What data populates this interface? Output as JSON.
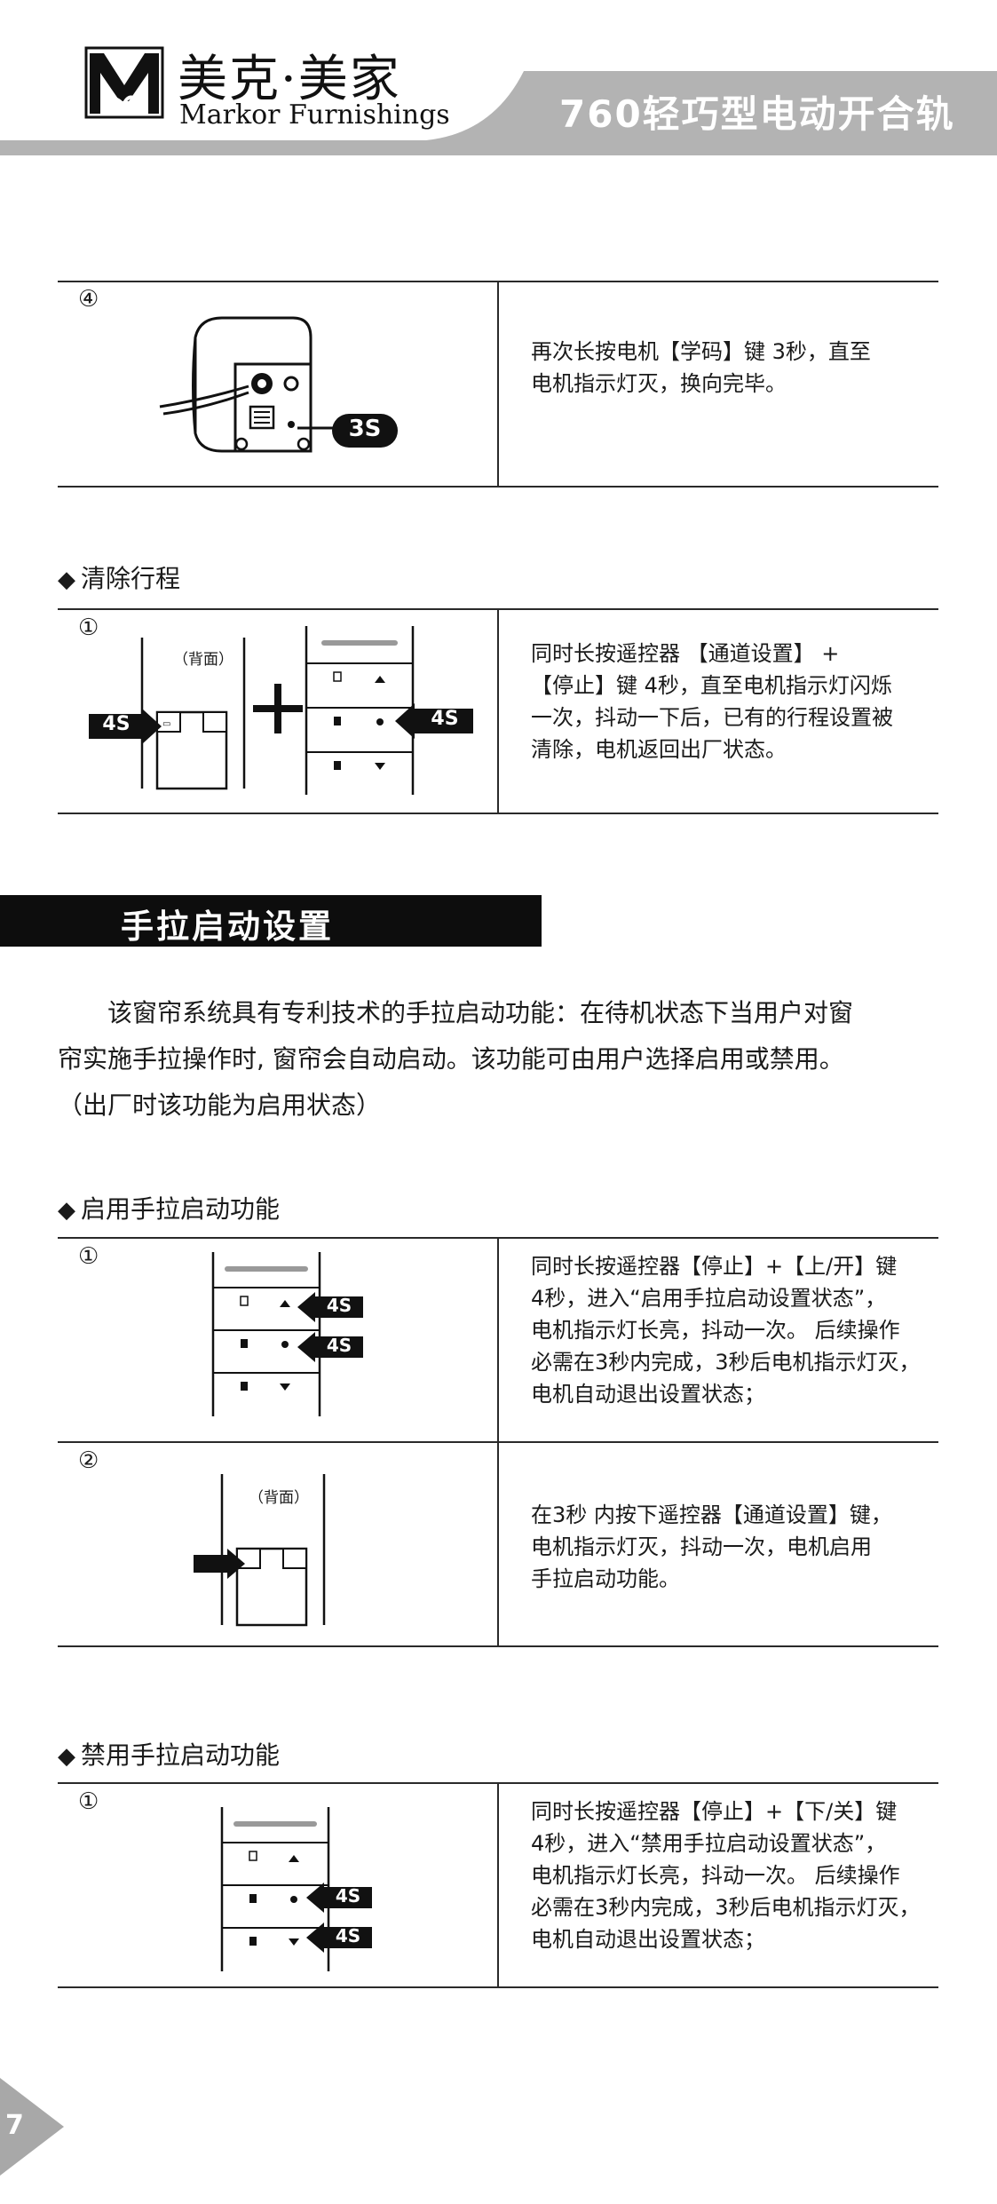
{
  "header": {
    "brand_cn": "美克·美家",
    "brand_en": "Markor Furnishings",
    "product_title": "760轻巧型电动开合轨",
    "band_color": "#b3b3b3"
  },
  "top_step": {
    "num": "④",
    "desc": [
      "再次长按电机【学码】键 3秒，直至",
      "电机指示灯灭，换向完毕。"
    ],
    "badge": "3S"
  },
  "clear_section": {
    "heading": "清除行程",
    "step_num": "①",
    "back_label": "（背面）",
    "badge_left": "4S",
    "badge_right": "4S",
    "desc": [
      "同时长按遥控器  【通道设置】 +",
      "【停止】键 4秒，直至电机指示灯闪烁",
      "一次，抖动一下后，已有的行程设置被",
      "清除，电机返回出厂状态。"
    ]
  },
  "manual_start": {
    "banner": "手拉启动设置",
    "paragraph": [
      "该窗帘系统具有专利技术的手拉启动功能：在待机状态下当用户对窗",
      "帘实施手拉操作时, 窗帘会自动启动。该功能可由用户选择启用或禁用。",
      "（出厂时该功能为启用状态）"
    ]
  },
  "enable_section": {
    "heading": "启用手拉启动功能",
    "step1_num": "①",
    "step1_badges": [
      "4S",
      "4S"
    ],
    "step1_desc": [
      "同时长按遥控器【停止】+【上/开】键",
      " 4秒，进入“启用手拉启动设置状态”，",
      "电机指示灯长亮，抖动一次。 后续操作",
      "必需在3秒内完成，3秒后电机指示灯灭，",
      "电机自动退出设置状态；"
    ],
    "step2_num": "②",
    "step2_back_label": "（背面）",
    "step2_desc": [
      "在3秒 内按下遥控器【通道设置】键，",
      "电机指示灯灭，抖动一次，电机启用",
      "手拉启动功能。"
    ]
  },
  "disable_section": {
    "heading": "禁用手拉启动功能",
    "step1_num": "①",
    "step1_badges": [
      "4S",
      "4S"
    ],
    "step1_desc": [
      "同时长按遥控器【停止】+【下/关】键",
      " 4秒，进入“禁用手拉启动设置状态”，",
      "电机指示灯长亮，抖动一次。 后续操作",
      "必需在3秒内完成，3秒后电机指示灯灭，",
      "电机自动退出设置状态；"
    ]
  },
  "footer": {
    "page_number": "7"
  }
}
